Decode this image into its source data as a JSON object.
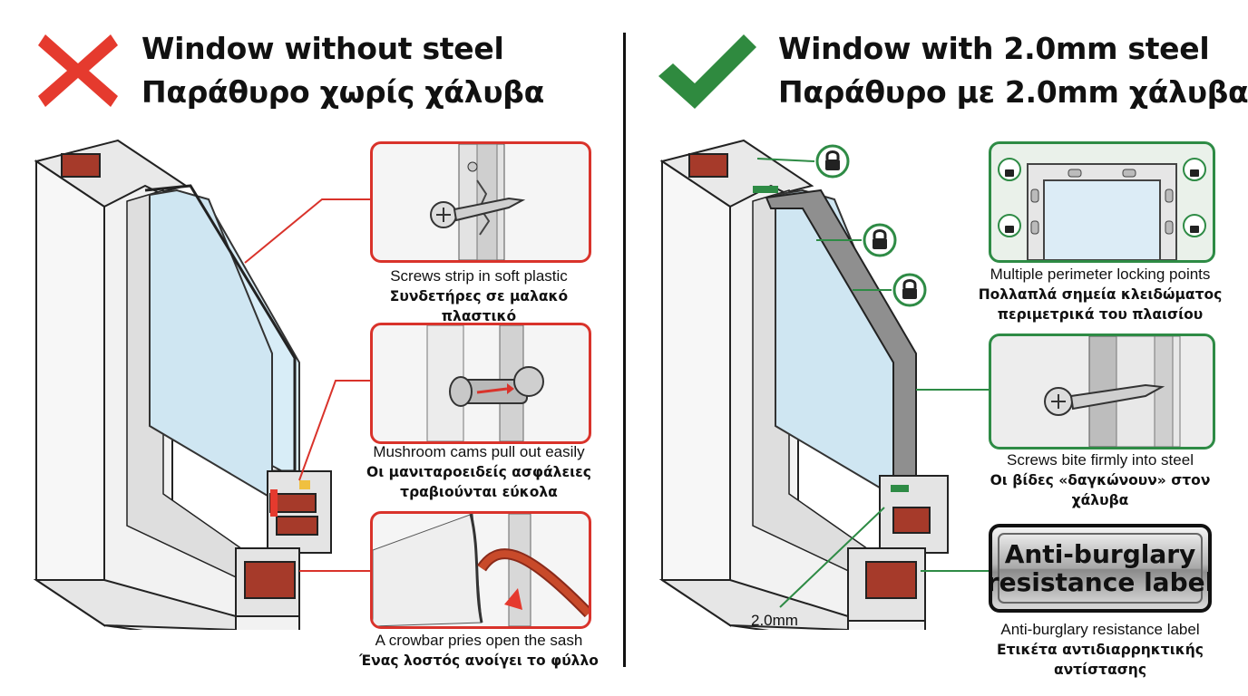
{
  "left": {
    "title_en": "Window without steel",
    "title_gr": "Παράθυρο χωρίς χάλυβα",
    "icon": "red-x-icon",
    "color": "#d9332b",
    "details": [
      {
        "en": "Screws strip in soft plastic",
        "gr": "Συνδετήρες σε μαλακό πλαστικό"
      },
      {
        "en": "Mushroom cams pull out easily",
        "gr": "Οι μανιταροειδείς ασφάλειες",
        "gr2": "τραβιούνται εύκολα"
      },
      {
        "en": "A crowbar pries open the sash",
        "gr": "Ένας λοστός ανοίγει το φύλλο"
      }
    ]
  },
  "right": {
    "title_en": "Window with 2.0mm steel",
    "title_gr": "Παράθυρο με 2.0mm χάλυβα",
    "icon": "green-check-icon",
    "color": "#2e8b45",
    "details": [
      {
        "en": "Multiple perimeter locking points",
        "gr": "Πολλαπλά σημεία κλειδώματος",
        "gr2": "περιμετρικά του πλαισίου"
      },
      {
        "en": "Screws bite firmly into steel",
        "gr": "Οι βίδες «δαγκώνουν» στον",
        "gr2": "χάλυβα"
      },
      {
        "en": "Anti-burglary resistance label",
        "gr": "Ετικέτα αντιδιαρρηκτικής",
        "gr2": "αντίστασης"
      }
    ],
    "badge_line1": "Anti-burglary",
    "badge_line2": "resistance label",
    "dimension": "2.0mm"
  }
}
